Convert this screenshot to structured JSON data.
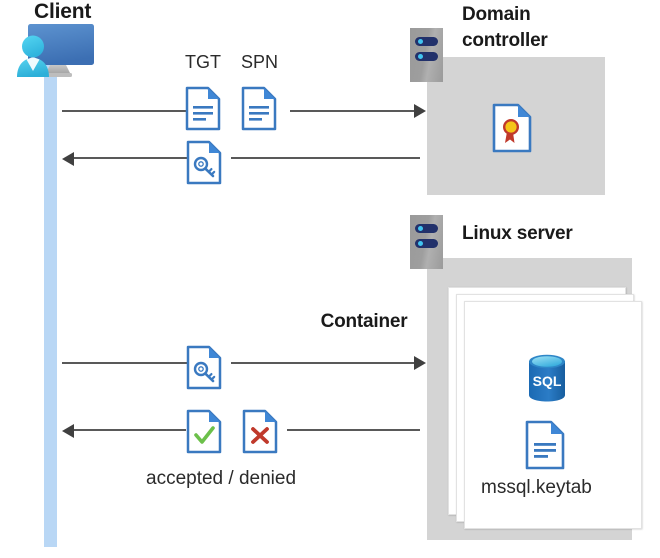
{
  "diagram": {
    "title": "Kerberos authentication flow between Client, Domain controller and Linux server container",
    "type": "sequence-flow"
  },
  "client": {
    "label": "Client",
    "icon": "client-computer-user-icon"
  },
  "domain_controller": {
    "label_line1": "Domain",
    "label_line2": "controller",
    "server_icon": "server-rack-icon",
    "contents": [
      {
        "icon": "certificate-document-icon",
        "label": ""
      }
    ]
  },
  "linux_server": {
    "label": "Linux server",
    "server_icon": "server-rack-icon",
    "container": {
      "label": "Container",
      "stack_count": 3,
      "items": [
        {
          "icon": "sql-database-icon",
          "label": "SQL"
        },
        {
          "icon": "keytab-document-icon",
          "label": "mssql.keytab"
        }
      ]
    }
  },
  "messages": [
    {
      "id": "msg-tgt-spn-request",
      "direction": "right",
      "from": "client",
      "to": "domain-controller",
      "icons": [
        {
          "name": "tgt-document-icon",
          "label": "TGT"
        },
        {
          "name": "spn-document-icon",
          "label": "SPN"
        }
      ],
      "caption": ""
    },
    {
      "id": "msg-service-ticket-response",
      "direction": "left",
      "from": "domain-controller",
      "to": "client",
      "icons": [
        {
          "name": "key-document-icon",
          "label": ""
        }
      ],
      "caption": ""
    },
    {
      "id": "msg-ticket-presented",
      "direction": "right",
      "from": "client",
      "to": "linux-server",
      "icons": [
        {
          "name": "key-document-icon",
          "label": ""
        }
      ],
      "caption": ""
    },
    {
      "id": "msg-accepted-denied",
      "direction": "left",
      "from": "linux-server",
      "to": "client",
      "icons": [
        {
          "name": "check-document-icon",
          "label": "accepted"
        },
        {
          "name": "cross-document-icon",
          "label": "denied"
        }
      ],
      "caption": "accepted / denied"
    }
  ],
  "labels": {
    "tgt": "TGT",
    "spn": "SPN",
    "accepted_denied": "accepted / denied",
    "keytab_file": "mssql.keytab",
    "sql_text": "SQL"
  },
  "colors": {
    "accent_blue": "#3a79c0",
    "doc_fold_blue": "#3f87d6",
    "lifeline_blue": "#b9d7f5",
    "box_gray": "#d4d4d4",
    "server_gray": "#9e9e9e",
    "server_bar_navy": "#22316b",
    "server_dot_cyan": "#41c4f0",
    "arrow_gray": "#595959",
    "check_green": "#6cc04a",
    "cross_red": "#c0392b",
    "cert_gold": "#f5c518",
    "cert_ribbon_red": "#c0392b",
    "sql_blue": "#1f6fb5",
    "sql_top_light": "#5bc8e8",
    "monitor_blue": "#4a7fc1",
    "person_cyan": "#3fc7e8",
    "text_dark": "#1a1a1a"
  }
}
